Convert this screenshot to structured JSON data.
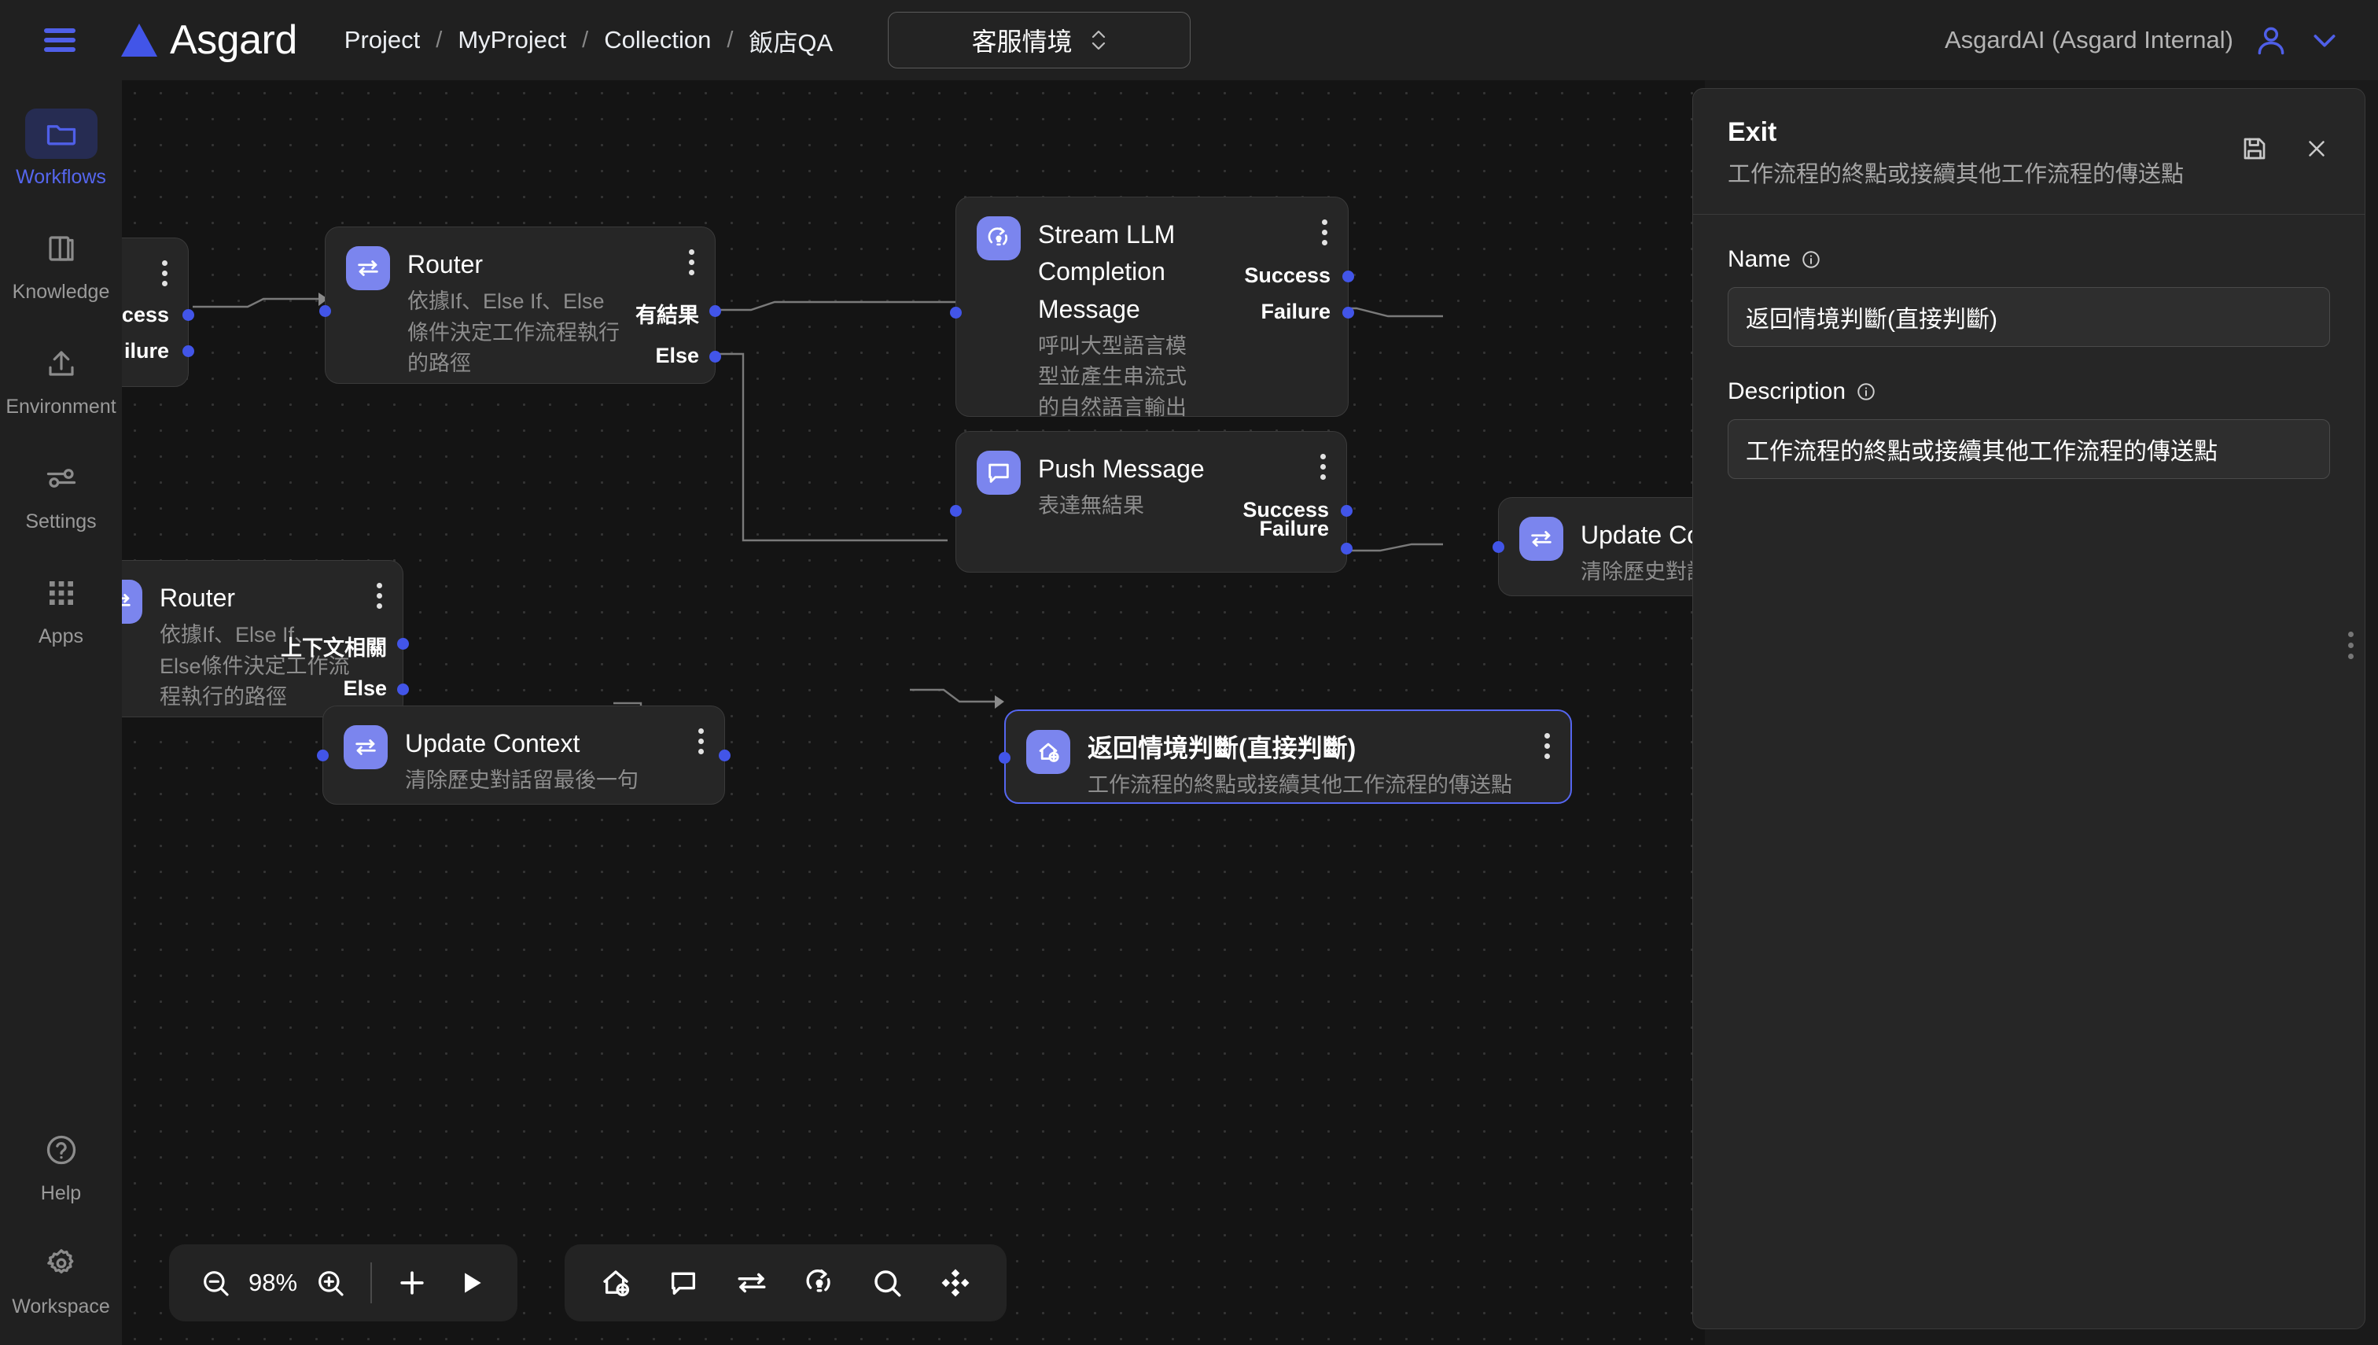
{
  "header": {
    "menu_icon": "hamburger-icon",
    "brand": "Asgard",
    "breadcrumb": [
      {
        "label": "Project"
      },
      {
        "label": "MyProject"
      },
      {
        "label": "Collection"
      },
      {
        "label": "飯店QA"
      }
    ],
    "breadcrumb_separator": "/",
    "environment": {
      "label": "客服情境",
      "icon": "chevron-updown-icon"
    },
    "org": "AsgardAI (Asgard Internal)",
    "account_icon": "user-icon",
    "account_caret": "chevron-down-icon"
  },
  "sidebar": {
    "items": [
      {
        "label": "Workflows",
        "icon": "folder-icon",
        "active": true
      },
      {
        "label": "Knowledge",
        "icon": "book-icon",
        "active": false
      },
      {
        "label": "Environment",
        "icon": "upload-icon",
        "active": false
      },
      {
        "label": "Settings",
        "icon": "sliders-icon",
        "active": false
      },
      {
        "label": "Apps",
        "icon": "grid-dots-icon",
        "active": false
      }
    ],
    "bottom_items": [
      {
        "label": "Help",
        "icon": "question-circle-icon"
      },
      {
        "label": "Workspace",
        "icon": "gear-icon"
      }
    ]
  },
  "canvas": {
    "nodes": [
      {
        "id": "clipped-left",
        "title": "",
        "desc": "",
        "icon": "",
        "outputs": [
          "ccess",
          "ilure"
        ]
      },
      {
        "id": "router-top",
        "title": "Router",
        "desc": "依據If、Else If、Else條件決定工作流程執行的路徑",
        "icon": "router-icon",
        "outputs": [
          "有結果",
          "Else"
        ]
      },
      {
        "id": "stream-llm",
        "title": "Stream LLM Completion Message",
        "desc": "呼叫大型語言模型並產生串流式的自然語言輸出",
        "icon": "stream-llm-icon",
        "outputs": [
          "Success",
          "Failure"
        ]
      },
      {
        "id": "push-message",
        "title": "Push Message",
        "desc": "表達無結果",
        "icon": "message-icon",
        "outputs": [
          "Success",
          "Failure"
        ]
      },
      {
        "id": "router-bottom",
        "title": "Router",
        "desc": "依據If、Else If、Else條件決定工作流程執行的路徑",
        "icon": "router-icon",
        "outputs": [
          "上下文相關",
          "Else"
        ]
      },
      {
        "id": "update-context-right",
        "title": "Update Con",
        "desc": "清除歷史對話",
        "icon": "router-icon",
        "outputs": []
      },
      {
        "id": "update-context",
        "title": "Update Context",
        "desc": "清除歷史對話留最後一句",
        "icon": "router-icon",
        "outputs": []
      },
      {
        "id": "exit-node",
        "title": "返回情境判斷(直接判斷)",
        "desc": "工作流程的終點或接續其他工作流程的傳送點",
        "icon": "exit-icon",
        "selected": true,
        "outputs": []
      }
    ],
    "zoom_bar": {
      "zoom_out_icon": "zoom-out-icon",
      "zoom_level": "98%",
      "zoom_in_icon": "zoom-in-icon",
      "add_icon": "plus-icon",
      "run_icon": "play-icon"
    },
    "toolbar": {
      "items": [
        {
          "icon": "exit-node-icon",
          "name": "add-exit-node"
        },
        {
          "icon": "message-icon",
          "name": "add-push-message"
        },
        {
          "icon": "router-icon",
          "name": "add-router"
        },
        {
          "icon": "stream-llm-icon",
          "name": "add-stream-llm"
        },
        {
          "icon": "search-icon",
          "name": "search-nodes"
        },
        {
          "icon": "fit-view-icon",
          "name": "fit-view"
        }
      ]
    }
  },
  "panel": {
    "title": "Exit",
    "subtitle": "工作流程的終點或接續其他工作流程的傳送點",
    "save_icon": "save-icon",
    "close_icon": "close-icon",
    "fields": [
      {
        "label": "Name",
        "info_icon": "info-icon",
        "value": "返回情境判斷(直接判斷)",
        "placeholder": "Name"
      },
      {
        "label": "Description",
        "info_icon": "info-icon",
        "value": "工作流程的終點或接續其他工作流程的傳送點",
        "placeholder": "Description"
      }
    ]
  },
  "colors": {
    "accent": "#4255e8",
    "node_icon": "#7b85ee",
    "panel_bg": "#262626",
    "canvas_bg": "#141414"
  }
}
